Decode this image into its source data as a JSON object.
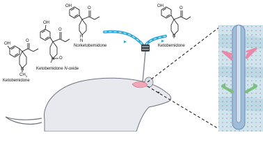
{
  "labels": {
    "ketobemidone_left": "Ketobemidone",
    "ketobemidone_n_oxide_prefix": "Ketobemidone ",
    "ketobemidone_n_oxide_italic": "N",
    "ketobemidone_n_oxide_suffix": "-oxide",
    "norketobemidone": "Norketobemidone",
    "ketobemidone_right": "Ketobemidone"
  },
  "atoms": {
    "hydroxyl": "OH",
    "oxygen": "O",
    "nitrogen": "N",
    "nitrogen_h": "H",
    "methyl": "CH",
    "methyl_sub": "3"
  },
  "colors": {
    "tubing": "#2aa7dc",
    "rat_body": "#e7e9ee",
    "rat_outline": "#6e7380",
    "brain": "#f2a6b8",
    "probe_panel": "#cfe5ee",
    "probe": "#7d9cc4",
    "arrow_pink": "#e889a7",
    "arrow_green": "#7bbf7c"
  }
}
